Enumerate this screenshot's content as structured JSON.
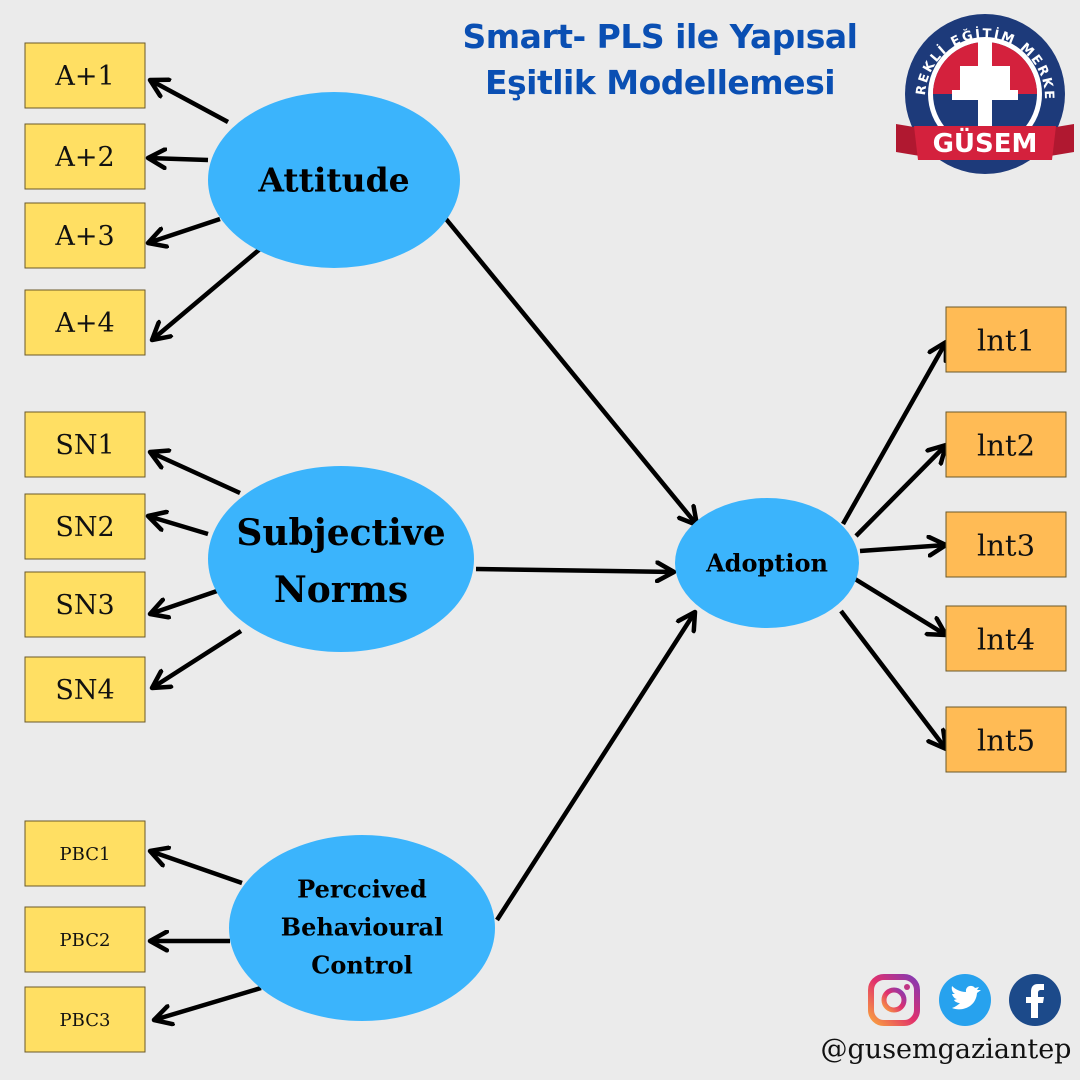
{
  "title": {
    "line1": "Smart- PLS ile Yapısal",
    "line2": "Eşitlik Modellemesi"
  },
  "logo": {
    "ring_text": "SÜREKLİ EĞİTİM MERKEZİ",
    "ribbon_text": "GÜSEM",
    "colors": {
      "navy": "#1d3a7a",
      "red": "#d4213d",
      "white": "#ffffff"
    }
  },
  "colors": {
    "background": "#ebebeb",
    "construct_fill": "#3bb4fc",
    "indicator_yellow": "#ffdf63",
    "indicator_orange": "#ffbb55",
    "arrow": "#000000",
    "title": "#0a4fb3"
  },
  "constructs": [
    {
      "id": "attitude",
      "lines": [
        "Attitude"
      ]
    },
    {
      "id": "subjective-norms",
      "lines": [
        "Subjective",
        "Norms"
      ]
    },
    {
      "id": "pbc",
      "lines": [
        "Perccived",
        "Behavioural",
        "Control"
      ]
    },
    {
      "id": "adoption",
      "lines": [
        "Adoption"
      ]
    }
  ],
  "indicators": [
    {
      "id": "A1",
      "label": "A+1",
      "construct": "attitude",
      "color": "yellow"
    },
    {
      "id": "A2",
      "label": "A+2",
      "construct": "attitude",
      "color": "yellow"
    },
    {
      "id": "A3",
      "label": "A+3",
      "construct": "attitude",
      "color": "yellow"
    },
    {
      "id": "A4",
      "label": "A+4",
      "construct": "attitude",
      "color": "yellow"
    },
    {
      "id": "SN1",
      "label": "SN1",
      "construct": "subjective-norms",
      "color": "yellow"
    },
    {
      "id": "SN2",
      "label": "SN2",
      "construct": "subjective-norms",
      "color": "yellow"
    },
    {
      "id": "SN3",
      "label": "SN3",
      "construct": "subjective-norms",
      "color": "yellow"
    },
    {
      "id": "SN4",
      "label": "SN4",
      "construct": "subjective-norms",
      "color": "yellow"
    },
    {
      "id": "PBC1",
      "label": "PBC1",
      "construct": "pbc",
      "color": "yellow"
    },
    {
      "id": "PBC2",
      "label": "PBC2",
      "construct": "pbc",
      "color": "yellow"
    },
    {
      "id": "PBC3",
      "label": "PBC3",
      "construct": "pbc",
      "color": "yellow"
    },
    {
      "id": "Int1",
      "label": "lnt1",
      "construct": "adoption",
      "color": "orange"
    },
    {
      "id": "Int2",
      "label": "lnt2",
      "construct": "adoption",
      "color": "orange"
    },
    {
      "id": "Int3",
      "label": "lnt3",
      "construct": "adoption",
      "color": "orange"
    },
    {
      "id": "Int4",
      "label": "lnt4",
      "construct": "adoption",
      "color": "orange"
    },
    {
      "id": "Int5",
      "label": "lnt5",
      "construct": "adoption",
      "color": "orange"
    }
  ],
  "paths": [
    {
      "from": "attitude",
      "to": "adoption"
    },
    {
      "from": "subjective-norms",
      "to": "adoption"
    },
    {
      "from": "pbc",
      "to": "adoption"
    }
  ],
  "social": {
    "icons": [
      "instagram-icon",
      "twitter-icon",
      "facebook-icon"
    ],
    "handle": "@gusemgaziantep"
  }
}
